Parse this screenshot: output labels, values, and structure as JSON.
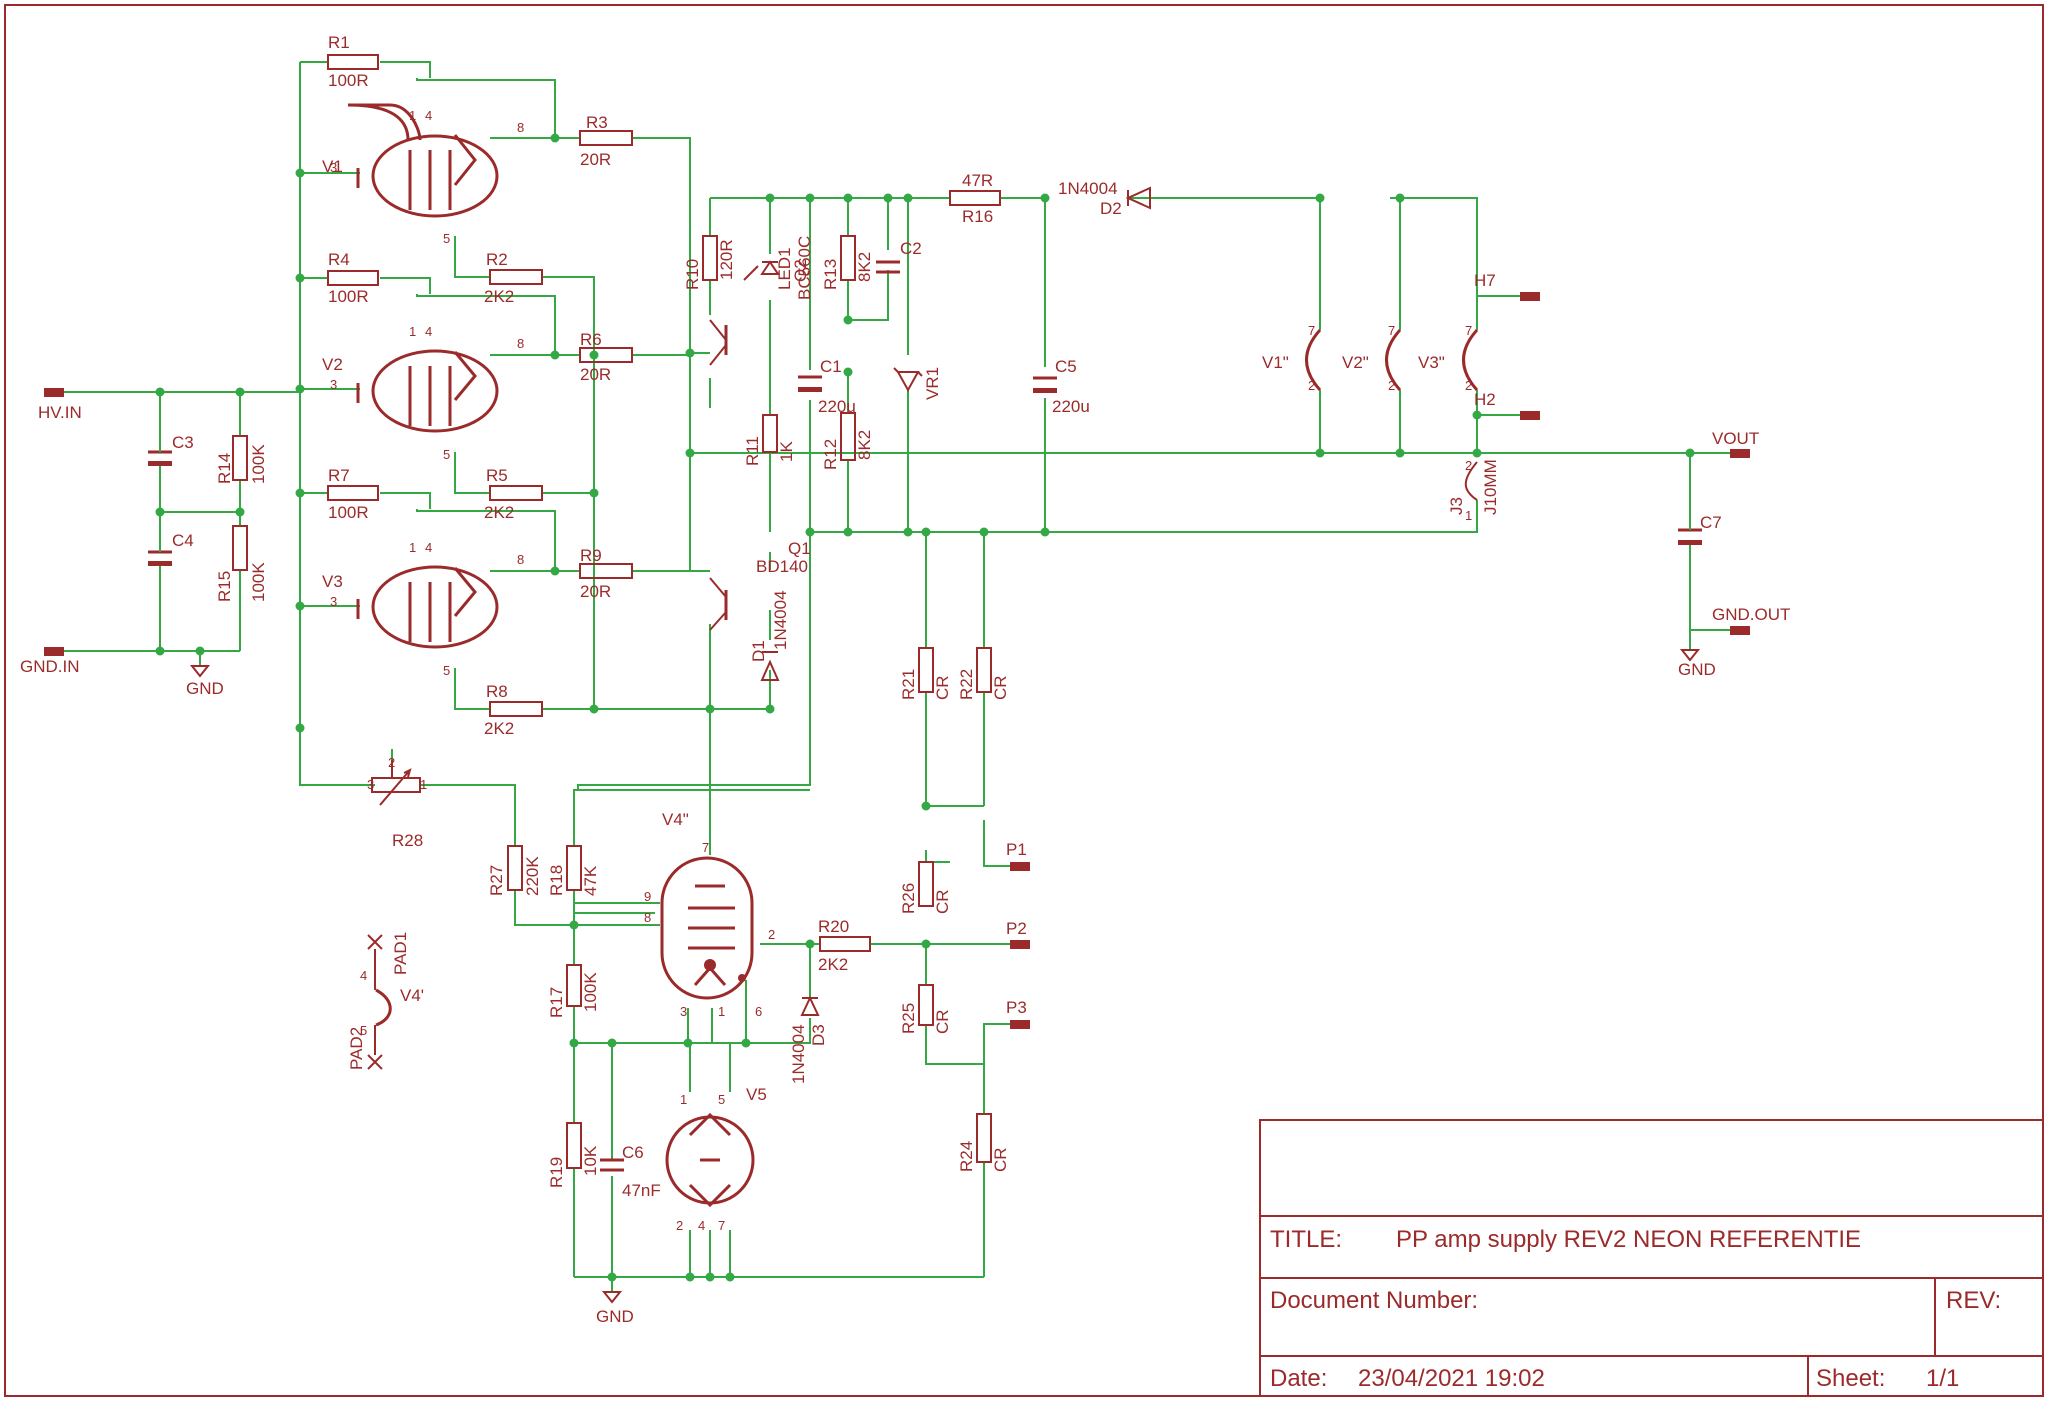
{
  "title_block": {
    "title_label": "TITLE:",
    "title_value": "PP amp supply REV2 NEON REFERENTIE",
    "docnum_label": "Document Number:",
    "rev_label": "REV:",
    "date_label": "Date:",
    "date_value": "23/04/2021 19:02",
    "sheet_label": "Sheet:",
    "sheet_value": "1/1"
  },
  "labels": {
    "R1": "R1",
    "R1_val": "100R",
    "R2": "R2",
    "R2_val": "2K2",
    "R3": "R3",
    "R3_val": "20R",
    "R4": "R4",
    "R4_val": "100R",
    "R5": "R5",
    "R5_val": "2K2",
    "R6": "R6",
    "R6_val": "20R",
    "R7": "R7",
    "R7_val": "100R",
    "R8": "R8",
    "R8_val": "2K2",
    "R9": "R9",
    "R9_val": "20R",
    "R10": "R10",
    "R10_val": "120R",
    "R11": "R11",
    "R11_val": "1K",
    "R12": "R12",
    "R12_val": "8K2",
    "R13": "R13",
    "R13_val": "8K2",
    "R14": "R14",
    "R14_val": "100K",
    "R15": "R15",
    "R15_val": "100K",
    "R16": "R16",
    "R16_val": "47R",
    "R17": "R17",
    "R17_val": "100K",
    "R18": "R18",
    "R18_val": "47K",
    "R19": "R19",
    "R19_val": "10K",
    "R20": "R20",
    "R20_val": "2K2",
    "R21": "R21",
    "R21_val": "CR",
    "R22": "R22",
    "R22_val": "CR",
    "R24": "R24",
    "R24_val": "CR",
    "R25": "R25",
    "R25_val": "CR",
    "R26": "R26",
    "R26_val": "CR",
    "R27": "R27",
    "R27_val": "220K",
    "R28": "R28",
    "C1": "C1",
    "C1_val": "220u",
    "C2": "C2",
    "C3": "C3",
    "C4": "C4",
    "C5": "C5",
    "C5_val": "220u",
    "C6": "C6",
    "C6_val": "47nF",
    "C7": "C7",
    "D1": "D1",
    "D1_val": "1N4004",
    "D2": "D2",
    "D2_val": "1N4004",
    "D3": "D3",
    "D3_val": "1N4004",
    "LED1": "LED1",
    "Q1": "Q1",
    "Q1_val": "BD140",
    "Q2": "Q2",
    "Q2_val": "BC560C",
    "VR1": "VR1",
    "V1": "V1",
    "V2": "V2",
    "V3": "V3",
    "V1pp": "V1\"",
    "V2pp": "V2\"",
    "V3pp": "V3\"",
    "V4pp": "V4\"",
    "V4p": "V4'",
    "V5": "V5",
    "J3": "J3",
    "J3_val": "J10MM",
    "PAD1": "PAD1",
    "PAD2": "PAD2",
    "HV_IN": "HV.IN",
    "GND_IN": "GND.IN",
    "VOUT": "VOUT",
    "GND_OUT": "GND.OUT",
    "H7": "H7",
    "H2": "H2",
    "P1": "P1",
    "P2": "P2",
    "P3": "P3",
    "GND": "GND"
  },
  "colors": {
    "wire": "#33a845",
    "part": "#9b2b2b",
    "background": "#ffffff"
  }
}
